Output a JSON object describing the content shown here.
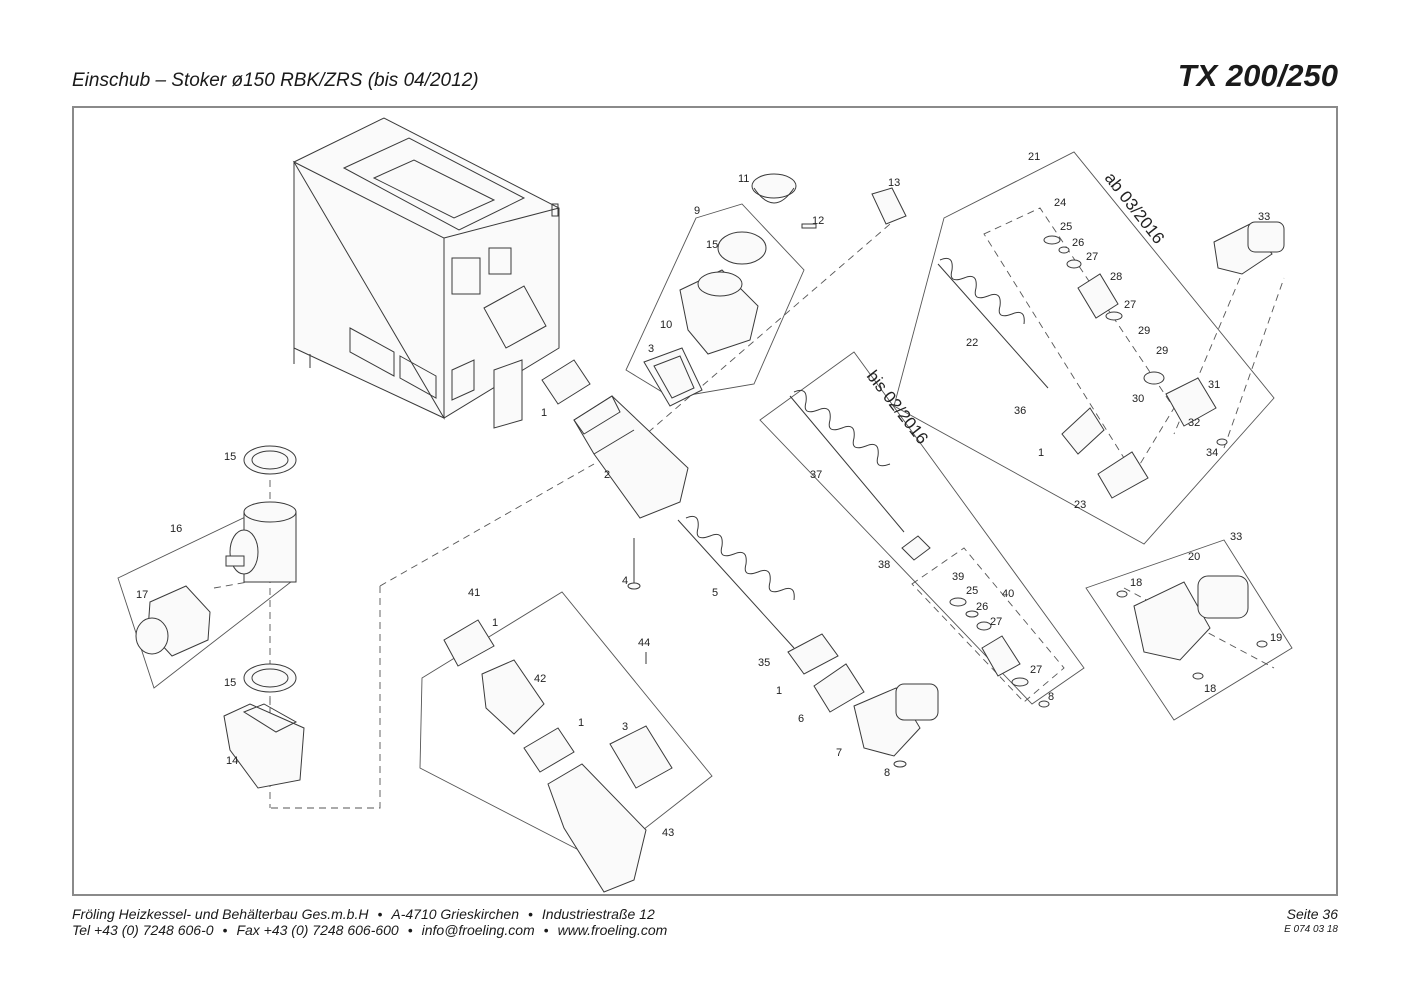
{
  "header": {
    "title": "Einschub – Stoker ø150 RBK/ZRS (bis 04/2012)",
    "model": "TX 200/250"
  },
  "diagram": {
    "part_labels": {
      "p1a": "1",
      "p1b": "1",
      "p1c": "1",
      "p1d": "1",
      "p1e": "1",
      "p2": "2",
      "p3a": "3",
      "p3b": "3",
      "p4": "4",
      "p5": "5",
      "p6": "6",
      "p7": "7",
      "p8a": "8",
      "p8b": "8",
      "p9": "9",
      "p10": "10",
      "p11": "11",
      "p12": "12",
      "p13": "13",
      "p14": "14",
      "p15a": "15",
      "p15b": "15",
      "p15c": "15",
      "p16": "16",
      "p17": "17",
      "p18a": "18",
      "p18b": "18",
      "p19": "19",
      "p20": "20",
      "p21": "21",
      "p22": "22",
      "p23": "23",
      "p24": "24",
      "p25a": "25",
      "p25b": "25",
      "p26a": "26",
      "p26b": "26",
      "p27a": "27",
      "p27b": "27",
      "p27c": "27",
      "p27d": "27",
      "p28": "28",
      "p29a": "29",
      "p29b": "29",
      "p30": "30",
      "p31": "31",
      "p32": "32",
      "p33a": "33",
      "p33b": "33",
      "p34": "34",
      "p35": "35",
      "p36": "36",
      "p37": "37",
      "p38": "38",
      "p39": "39",
      "p40": "40",
      "p41": "41",
      "p42": "42",
      "p43": "43",
      "p44": "44"
    },
    "version_notes": {
      "ab": "ab 03/2016",
      "bis": "bis 02/2016"
    }
  },
  "footer": {
    "company": "Fröling Heizkessel- und Behälterbau Ges.m.b.H",
    "address": "A-4710 Grieskirchen",
    "street": "Industriestraße 12",
    "tel": "Tel +43 (0) 7248 606-0",
    "fax": "Fax +43 (0) 7248 606-600",
    "email": "info@froeling.com",
    "web": "www.froeling.com",
    "page": "Seite 36",
    "code": "E 074 03 18"
  }
}
